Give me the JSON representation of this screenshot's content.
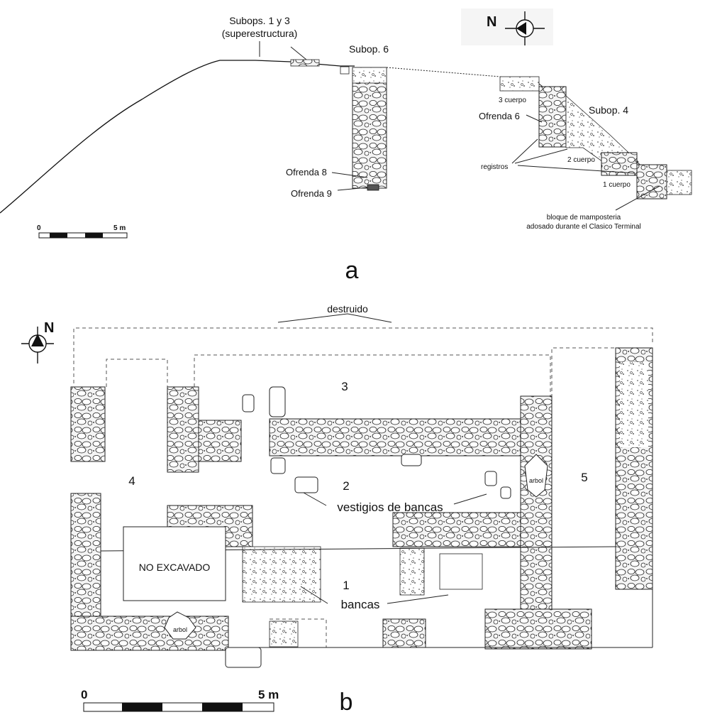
{
  "panel_a": {
    "letter": "a",
    "labels": {
      "subops_1_3": "Subops. 1 y 3",
      "superestructura": "(superestructura)",
      "subop_6": "Subop. 6",
      "subop_4": "Subop. 4",
      "cuerpo_3": "3 cuerpo",
      "cuerpo_2": "2 cuerpo",
      "cuerpo_1": "1 cuerpo",
      "ofrenda_6": "Ofrenda 6",
      "ofrenda_8": "Ofrenda 8",
      "ofrenda_9": "Ofrenda 9",
      "registros": "registros",
      "bloque_1": "bloque de mamposteria",
      "bloque_2": "adosado durante el Clasico Terminal"
    },
    "north": "N",
    "scale": {
      "start": "0",
      "end": "5 m"
    }
  },
  "panel_b": {
    "letter": "b",
    "labels": {
      "destruido": "destruido",
      "room_1": "1",
      "room_2": "2",
      "room_3": "3",
      "room_4": "4",
      "room_5": "5",
      "vestigios": "vestigios de bancas",
      "bancas": "bancas",
      "no_excavado": "NO EXCAVADO",
      "arbol_1": "arbol",
      "arbol_2": "arbol"
    },
    "north": "N",
    "scale": {
      "start": "0",
      "end": "5 m"
    }
  }
}
